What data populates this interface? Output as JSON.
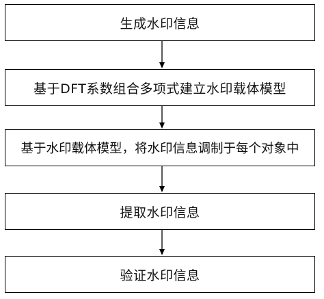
{
  "flowchart": {
    "steps": [
      {
        "label": "生成水印信息"
      },
      {
        "label": "基于DFT系数组合多项式建立水印载体模型"
      },
      {
        "label": "基于水印载体模型，将水印信息调制于每个对象中"
      },
      {
        "label": "提取水印信息"
      },
      {
        "label": "验证水印信息"
      }
    ],
    "colors": {
      "border": "#000000",
      "text": "#111111",
      "background": "#ffffff"
    }
  }
}
